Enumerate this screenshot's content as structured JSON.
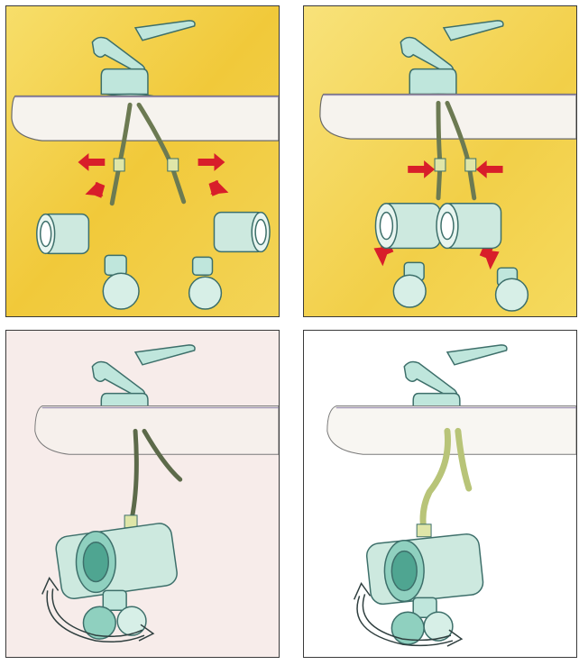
{
  "panels": [
    {
      "id": "step-1",
      "background": "#f2cf45",
      "arrow_color": "#d81e2a"
    },
    {
      "id": "step-2",
      "background": "#f4d652",
      "arrow_color": "#d81e2a"
    },
    {
      "id": "step-3",
      "background": "#f7ecea"
    },
    {
      "id": "step-4",
      "background": "#ffffff"
    }
  ],
  "colors": {
    "faucet": "#bfe6dc",
    "faucet_stroke": "#3d6f6a",
    "basin": "#f6f3ee",
    "hose": "#dfe6a8",
    "filter": "#cde9df",
    "filter_dark": "#4fa591"
  },
  "icons": [
    "faucet-icon",
    "sink-basin-icon",
    "supply-hose-icon",
    "filter-cartridge-icon",
    "valve-icon",
    "red-arrow-icon",
    "rotation-arrow-icon"
  ]
}
